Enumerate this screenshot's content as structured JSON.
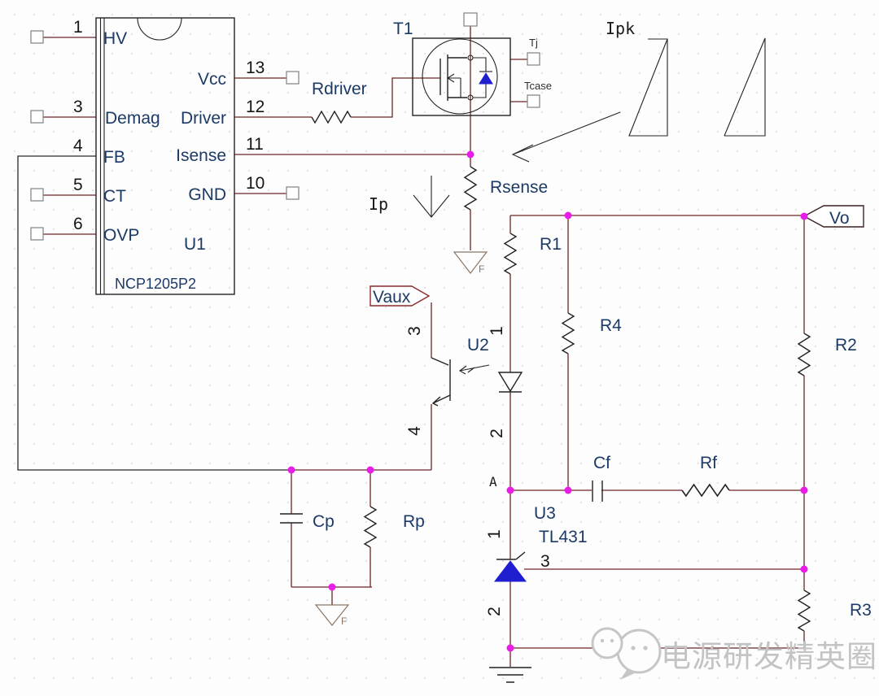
{
  "colors": {
    "wire": "#6b2626",
    "feedback_wire": "#2a2a2a",
    "component_stroke": "#222222",
    "label_navy": "#1c3a66",
    "junction_magenta": "#e81ee8",
    "diode_blue": "#1f1fd0",
    "terminal_gray": "#8a8a8a",
    "watermark_gray": "#c3c3c3"
  },
  "ic_u1": {
    "ref": "U1",
    "part": "NCP1205P2",
    "left_pins": [
      {
        "num": "1",
        "label": "HV"
      },
      {
        "num": "3",
        "label": "Demag"
      },
      {
        "num": "4",
        "label": "FB"
      },
      {
        "num": "5",
        "label": "CT"
      },
      {
        "num": "6",
        "label": "OVP"
      }
    ],
    "right_pins": [
      {
        "num": "13",
        "label": "Vcc"
      },
      {
        "num": "12",
        "label": "Driver"
      },
      {
        "num": "11",
        "label": "Isense"
      },
      {
        "num": "10",
        "label": "GND"
      }
    ]
  },
  "transistor_t1": {
    "ref": "T1",
    "term_tj": "Tj",
    "term_tcase": "Tcase"
  },
  "components": {
    "rdriver": "Rdriver",
    "rsense": "Rsense",
    "r1": "R1",
    "r2": "R2",
    "r3": "R3",
    "r4": "R4",
    "rf": "Rf",
    "cf": "Cf",
    "cp": "Cp",
    "rp": "Rp"
  },
  "optocoupler_u2": {
    "ref": "U2",
    "pin1": "1",
    "pin2": "2",
    "pin3": "3",
    "pin4": "4"
  },
  "shunt_u3": {
    "ref": "U3",
    "part": "TL431",
    "pin1": "1",
    "pin2": "2",
    "pin3": "3",
    "anode_label": "A"
  },
  "net_flags": {
    "vo": "Vo",
    "vaux": "Vaux"
  },
  "annotations": {
    "ipk": "Ipk",
    "ip": "Ip",
    "ground_f": "F"
  },
  "watermark": {
    "text": "电源研发精英圈"
  }
}
